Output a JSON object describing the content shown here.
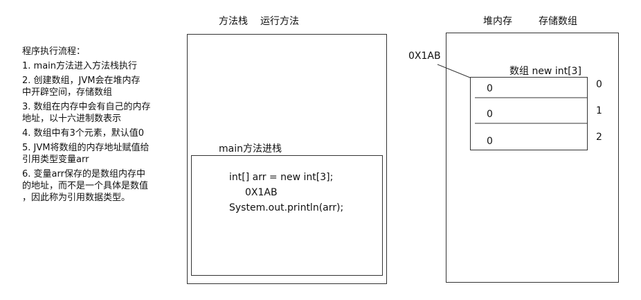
{
  "steps": {
    "title": "程序执行流程：",
    "items": [
      [
        "1. main方法进入方法栈执行"
      ],
      [
        "2. 创建数组，JVM会在堆内存",
        "中开辟空间，存储数组"
      ],
      [
        "3. 数组在内存中会有自己的内存",
        "地址，以十六进制数表示"
      ],
      [
        "4. 数组中有3个元素，默认值0"
      ],
      [
        "5. JVM将数组的内存地址赋值给",
        "引用类型变量arr"
      ],
      [
        "6. 变量arr保存的是数组内存中",
        "的地址，而不是一个具体是数值",
        "，因此称为引用数据类型。"
      ]
    ]
  },
  "stack": {
    "title_left": "方法栈",
    "title_right": "运行方法",
    "frame_label": "main方法进栈",
    "code": {
      "line1": "int[] arr = new int[3];",
      "line2": "0X1AB",
      "line3": "System.out.println(arr);"
    }
  },
  "heap": {
    "title_left": "堆内存",
    "title_right": "存储数组",
    "address": "0X1AB",
    "array_label": "数组 new int[3]",
    "cells": [
      "0",
      "0",
      "0"
    ],
    "indices": [
      "0",
      "1",
      "2"
    ]
  }
}
